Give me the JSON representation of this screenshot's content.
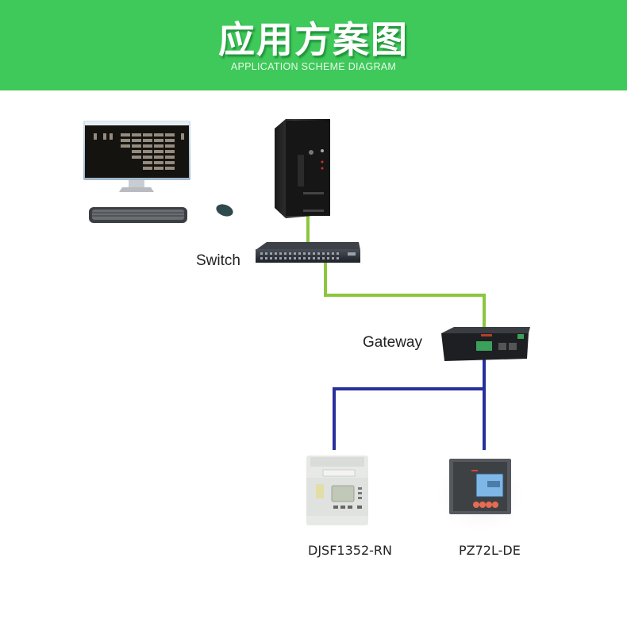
{
  "header": {
    "title": "应用方案图",
    "subtitle": "APPLICATION SCHEME DIAGRAM"
  },
  "colors": {
    "banner": "#3ec95a",
    "ethernet_line": "#8cc63f",
    "rs485_line": "#28309c"
  },
  "nodes": {
    "workstation": {
      "icon": "computer-workstation-icon"
    },
    "server": {
      "icon": "server-tower-icon"
    },
    "switch": {
      "label": "Switch",
      "icon": "network-switch-icon"
    },
    "gateway": {
      "label": "Gateway",
      "icon": "gateway-device-icon"
    },
    "meter_1": {
      "label": "DJSF1352-RN",
      "icon": "din-rail-meter-icon"
    },
    "meter_2": {
      "label": "PZ72L-DE",
      "icon": "panel-meter-icon"
    }
  }
}
